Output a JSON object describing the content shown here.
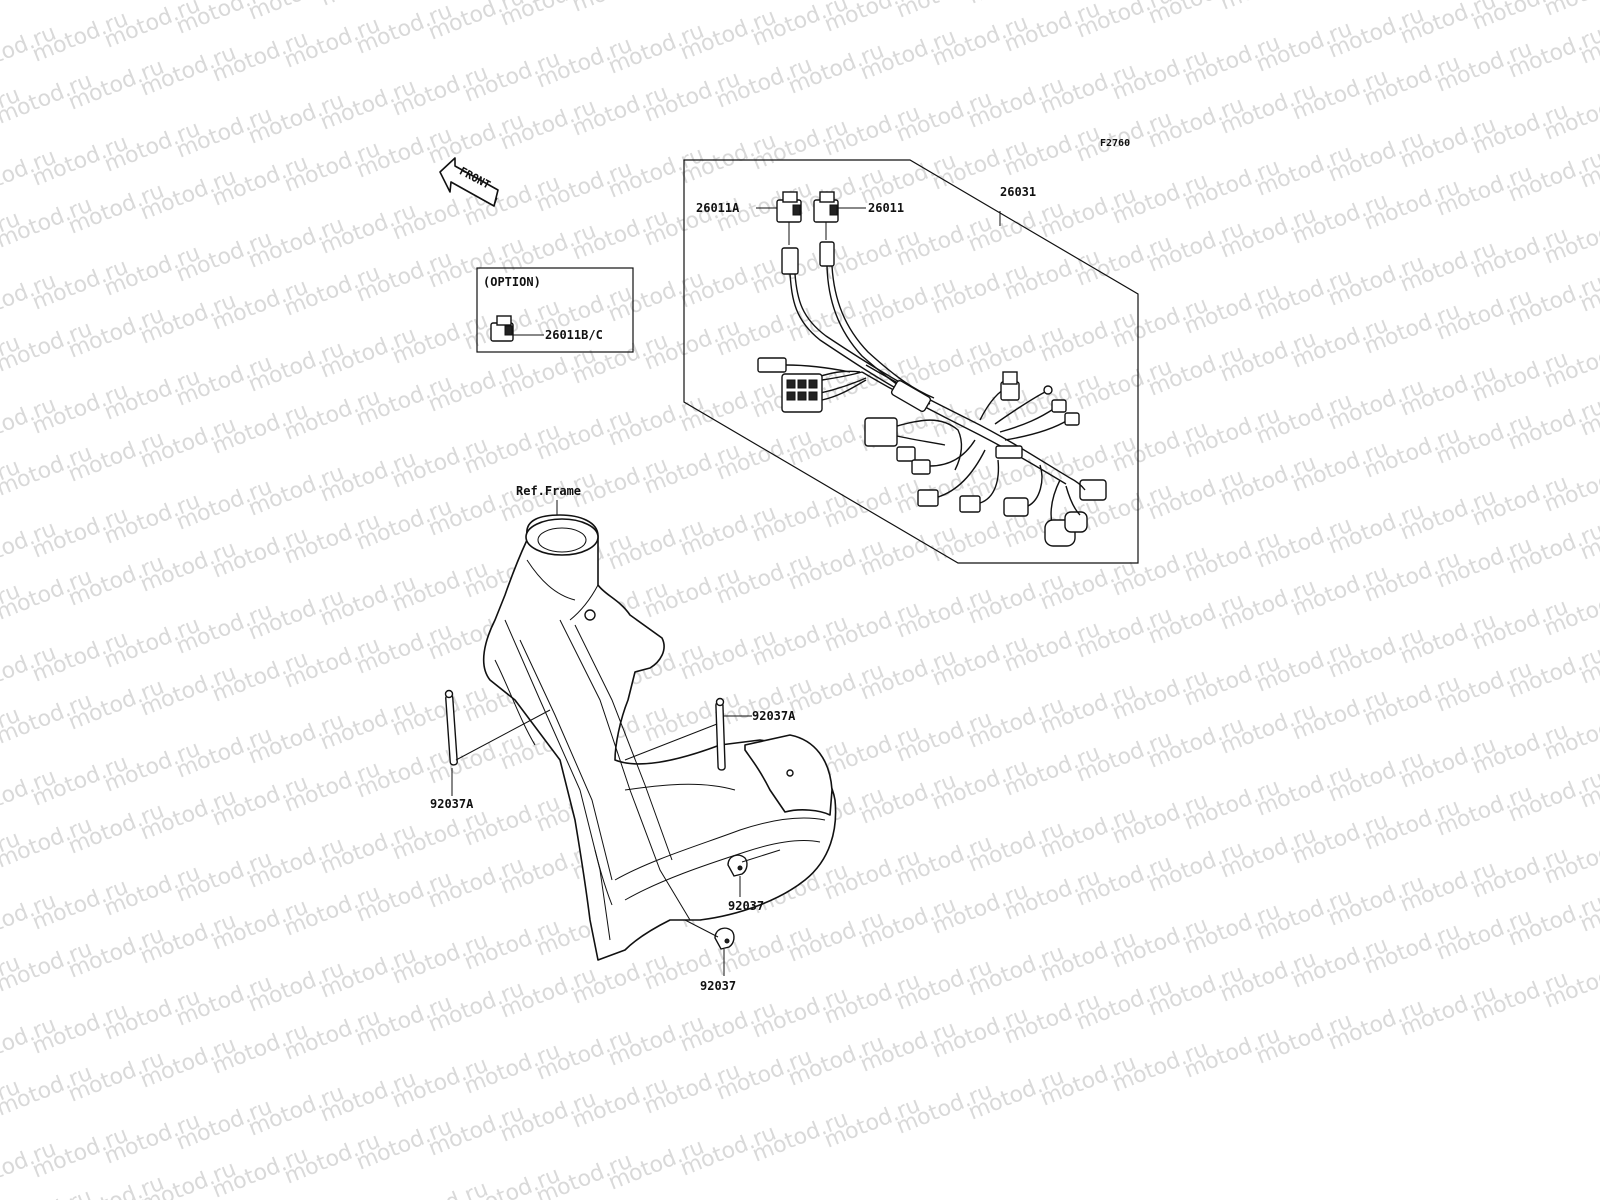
{
  "watermark": "motod.ru",
  "figure_code": "F2760",
  "front_arrow_label": "FRONT",
  "option_box_title": "(OPTION)",
  "frame_label": "Ref.Frame",
  "parts": {
    "harness": "26031",
    "connector_a": "26011A",
    "connector": "26011",
    "connector_bc": "26011B/C",
    "clamp_band_left": "92037A",
    "clamp_band_right": "92037A",
    "clamp_mid": "92037",
    "clamp_low": "92037"
  }
}
